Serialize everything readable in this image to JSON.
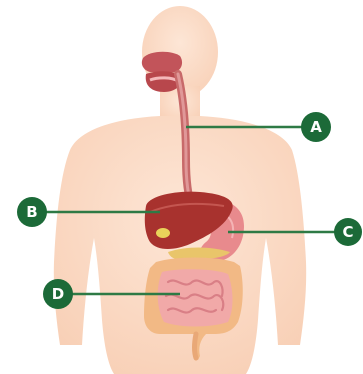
{
  "labels": [
    {
      "id": "A",
      "text": "A",
      "points_to": "esophagus"
    },
    {
      "id": "B",
      "text": "B",
      "points_to": "liver"
    },
    {
      "id": "C",
      "text": "C",
      "points_to": "stomach"
    },
    {
      "id": "D",
      "text": "D",
      "points_to": "small intestine"
    }
  ],
  "colors": {
    "background": "#ffffff",
    "body_silhouette": "#fbd9c4",
    "body_silhouette_edge": "#f6c6aa",
    "badge_fill": "#1c6a38",
    "leader_line": "#2e7a45",
    "badge_text": "#ffffff",
    "mouth_nasal": "#b8474c",
    "esophagus": "#c86a6a",
    "liver": "#a8322e",
    "gallbladder": "#e9d35a",
    "stomach": "#e88a8d",
    "pancreas": "#e9c56a",
    "large_intestine": "#f2b985",
    "small_intestine": "#f1a9a8"
  }
}
